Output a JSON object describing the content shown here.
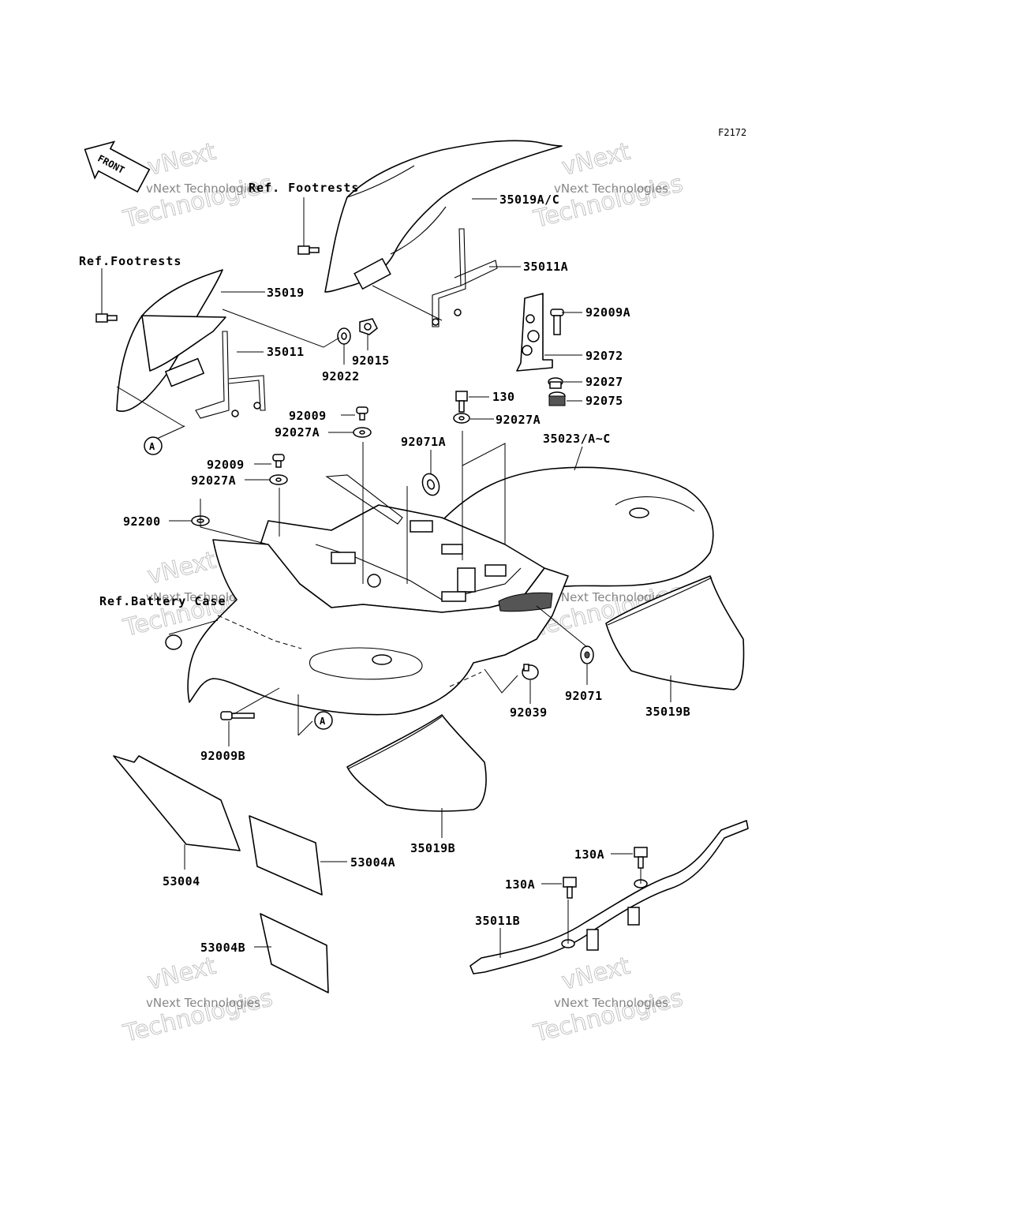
{
  "figure_code": "F2172",
  "front_arrow_label": "FRONT",
  "reference_labels": {
    "footrests_top": "Ref. Footrests",
    "footrests_left": "Ref.Footrests",
    "battery_case": "Ref.Battery Case"
  },
  "callout_marker": "A",
  "watermark": {
    "line1": "vNext Technologies",
    "line2": "Technologies",
    "line3": "vNext"
  },
  "part_labels": {
    "p35019AC": "35019A/C",
    "p35011A": "35011A",
    "p92009A": "92009A",
    "p92072": "92072",
    "p92027": "92027",
    "p92075": "92075",
    "p35019": "35019",
    "p35011": "35011",
    "p92022": "92022",
    "p92015": "92015",
    "p130": "130",
    "p92027A_right": "92027A",
    "p92009_a": "92009",
    "p92027A_a": "92027A",
    "p92071A": "92071A",
    "p35023": "35023/A~C",
    "p92009_b": "92009",
    "p92027A_b": "92027A",
    "p92200": "92200",
    "p92071": "92071",
    "p92039": "92039",
    "p35019B_right": "35019B",
    "p92009B": "92009B",
    "p35019B_bottom": "35019B",
    "p53004": "53004",
    "p53004A": "53004A",
    "p53004B": "53004B",
    "p130A_top": "130A",
    "p130A_low": "130A",
    "p35011B": "35011B"
  }
}
